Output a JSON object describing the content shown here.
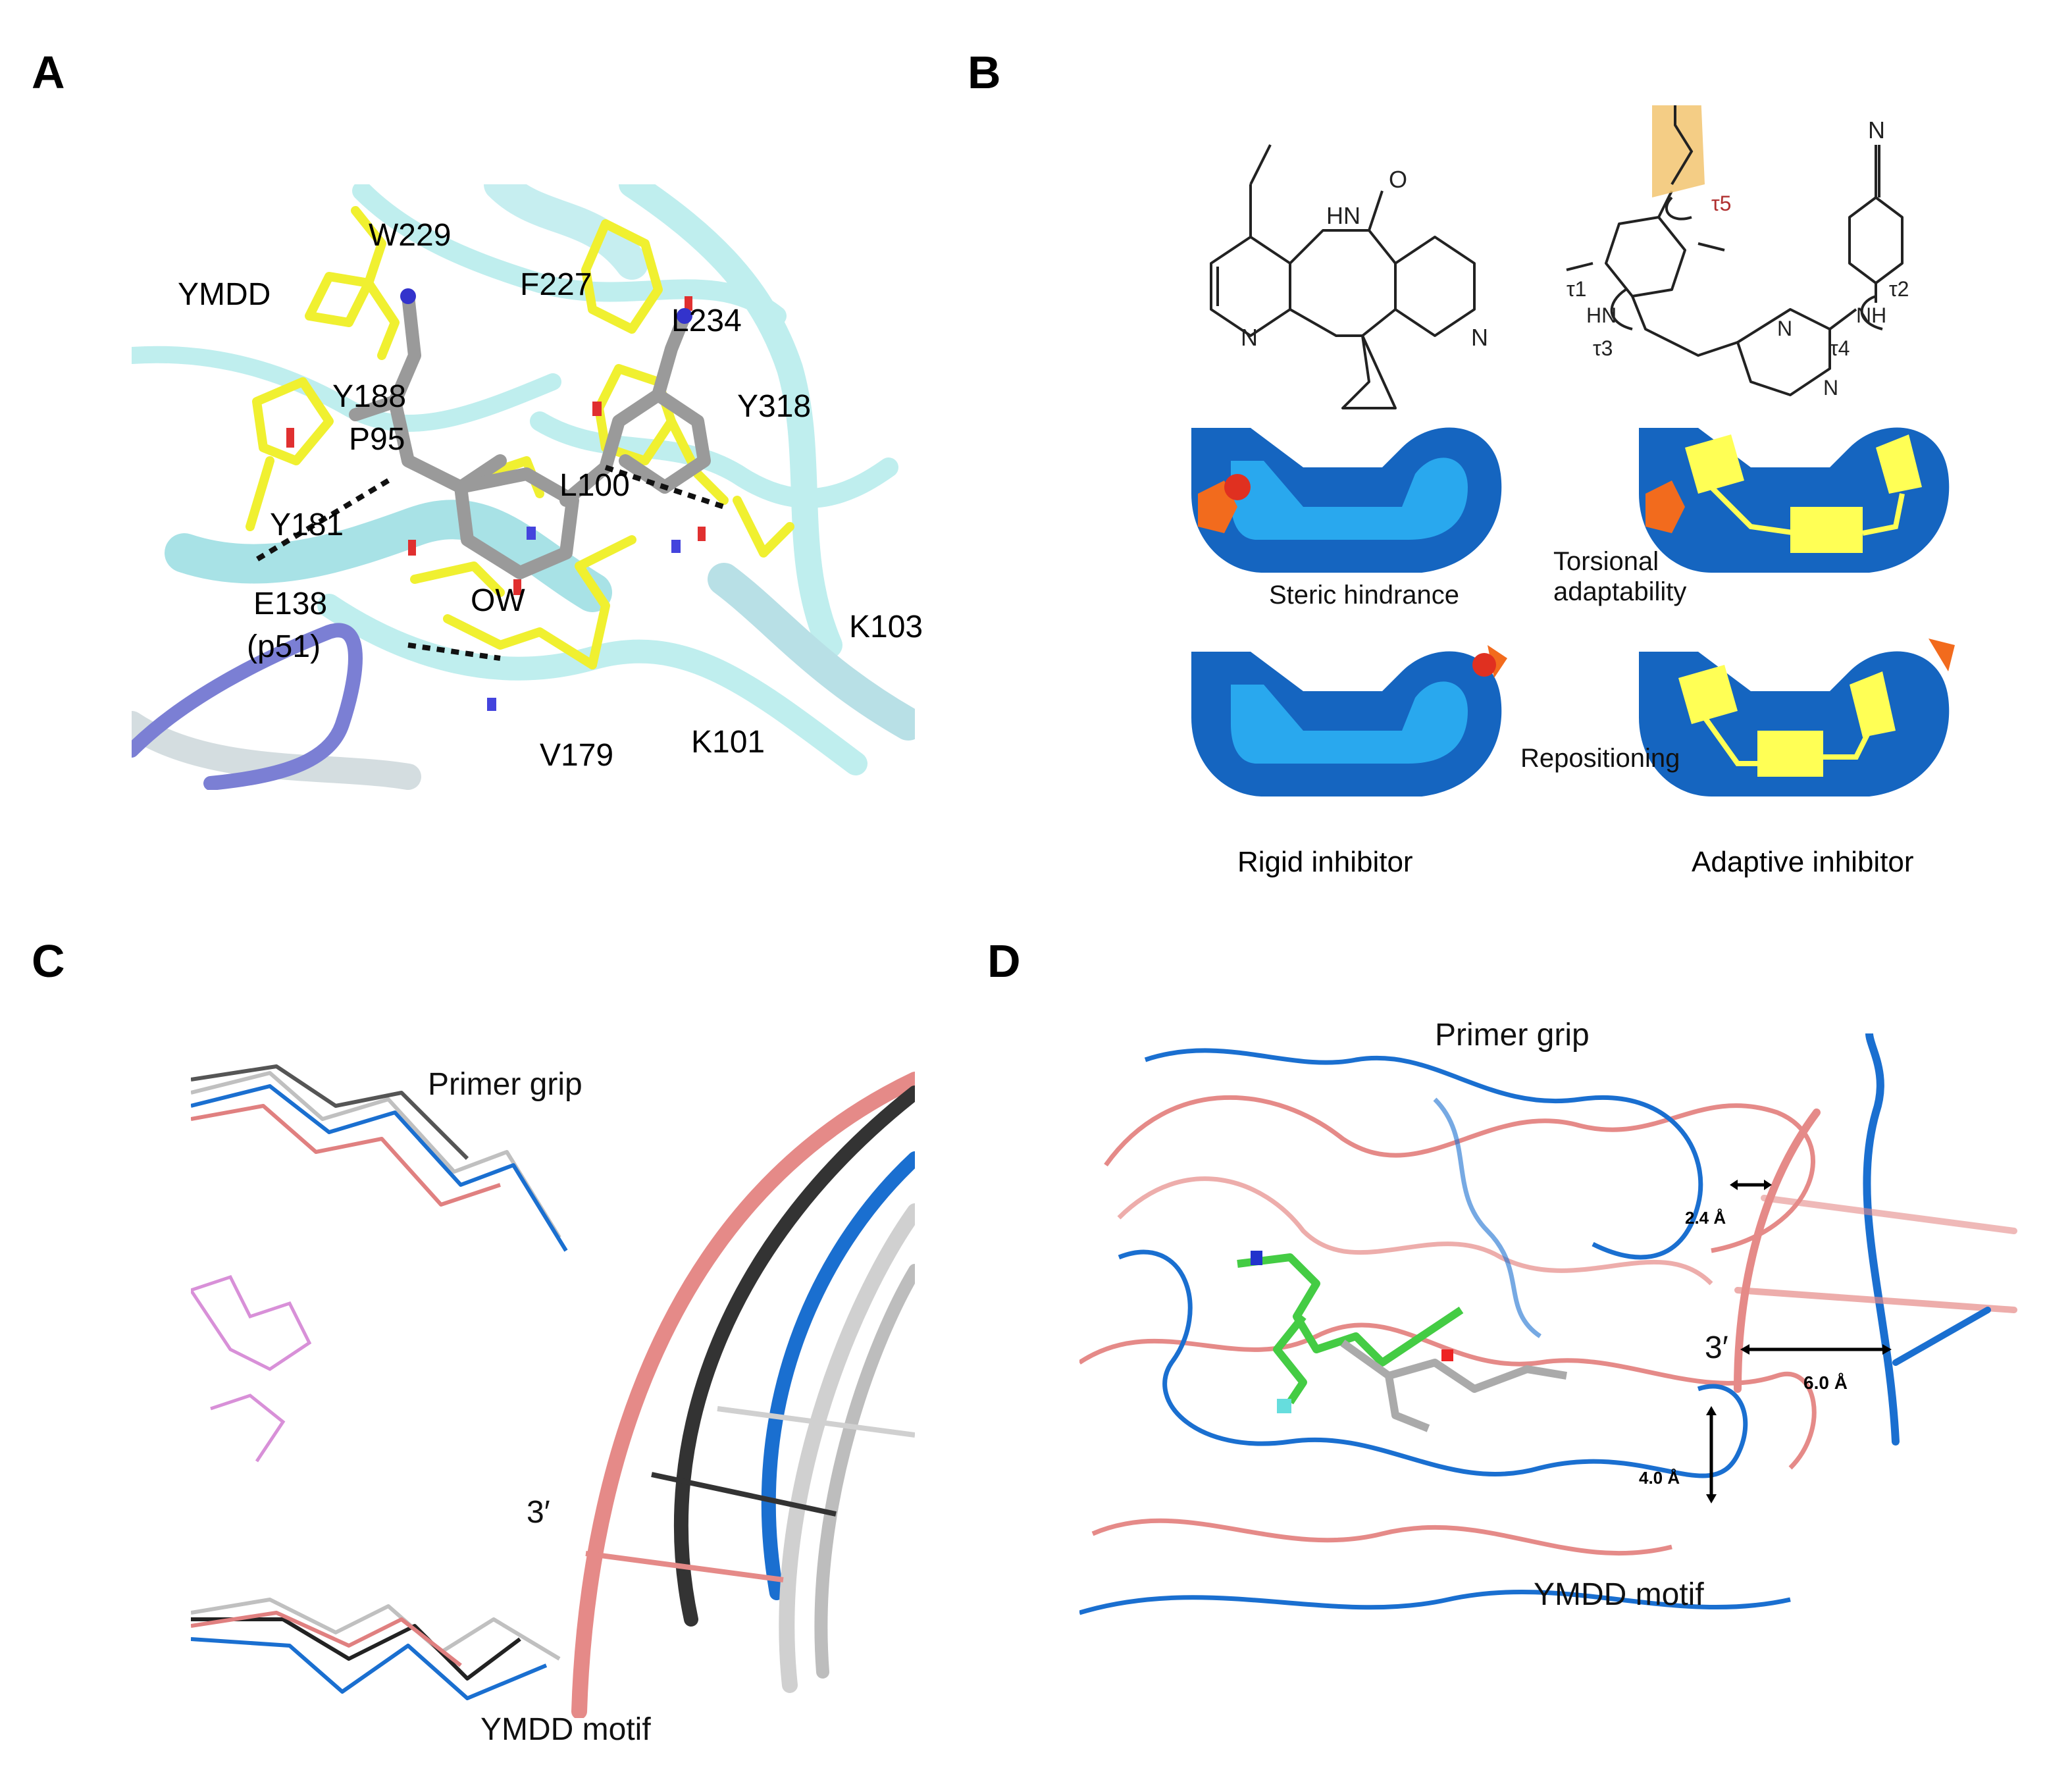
{
  "panels": {
    "A": {
      "label": "A",
      "residues": [
        "YMDD",
        "W229",
        "F227",
        "L234",
        "Y188",
        "P95",
        "Y318",
        "L100",
        "Y181",
        "OW",
        "E138",
        "(p51)",
        "K103",
        "V179",
        "K101"
      ]
    },
    "B": {
      "label": "B",
      "chem_left": [
        "HN",
        "O",
        "N",
        "N"
      ],
      "chem_right": [
        "N",
        "τ5",
        "τ1",
        "τ2",
        "HN",
        "NH",
        "τ3",
        "τ4",
        "N",
        "N"
      ],
      "notes": {
        "steric": "Steric hindrance",
        "torsional": "Torsional\nadaptability",
        "repositioning": "Repositioning"
      },
      "captions": {
        "rigid": "Rigid inhibitor",
        "adaptive": "Adaptive inhibitor"
      },
      "colors": {
        "pocket_dark": "#1565c0",
        "pocket_light": "#29a8ee",
        "inhibitor": "#ffff55",
        "mutation": "#f26b1d"
      }
    },
    "C": {
      "label": "C",
      "primer_grip": "Primer grip",
      "three_prime": "3′",
      "ymdd": "YMDD motif"
    },
    "D": {
      "label": "D",
      "primer_grip": "Primer grip",
      "dist1": "2.4 Å",
      "three_prime": "3′",
      "dist2": "6.0 Å",
      "dist3": "4.0 Å",
      "ymdd": "YMDD motif"
    }
  }
}
